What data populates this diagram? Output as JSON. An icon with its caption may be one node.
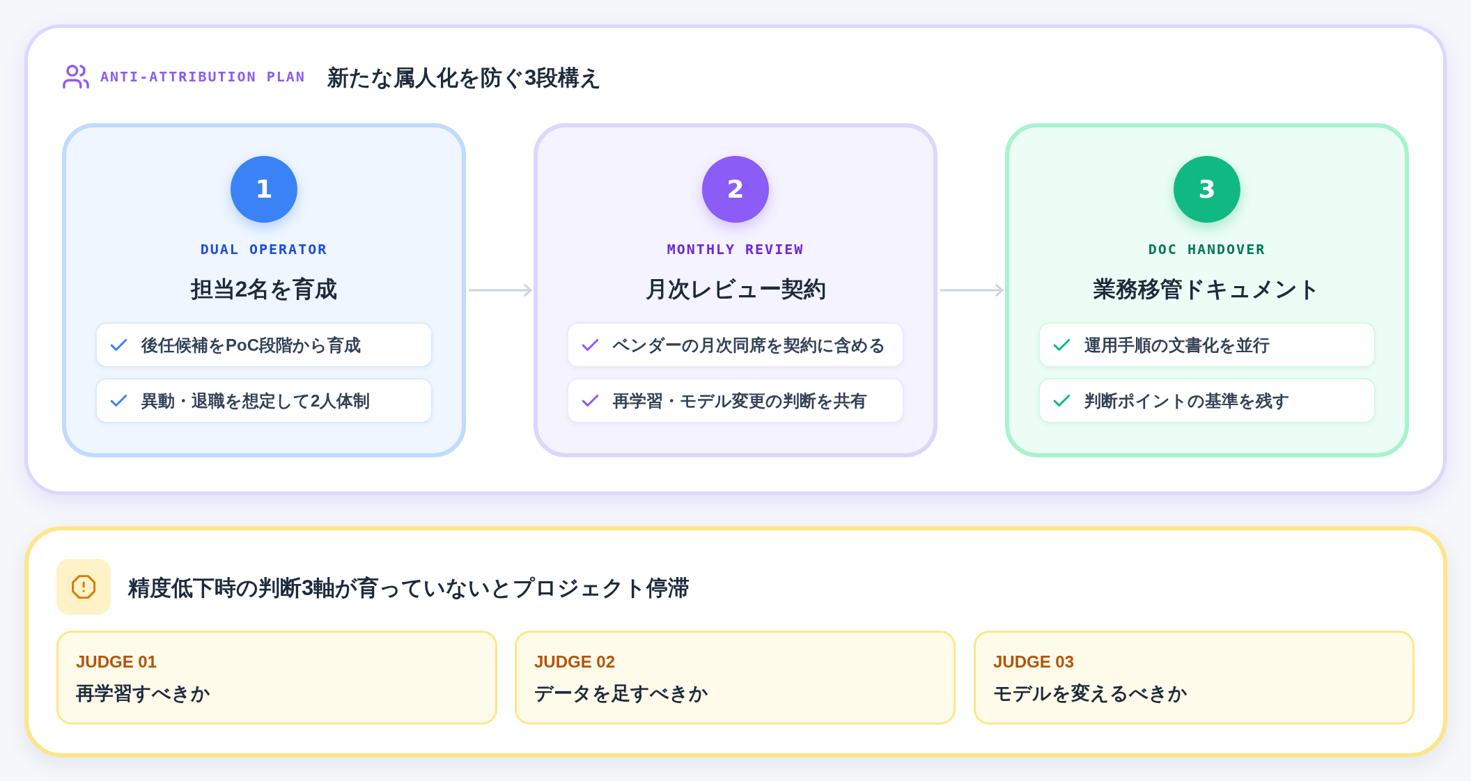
{
  "diagram": {
    "nodes": [
      {
        "text": [
          "ANTI-ATTRIBUTION PLAN",
          "新たな属人化を防ぐ3段構え"
        ]
      },
      {
        "text": [
          "DUAL OPERATOR",
          "担当2名を育成"
        ],
        "in": 0
      },
      {
        "text": [
          "1"
        ],
        "in": 1
      },
      {
        "text": [
          "後任候補をPoC段階から育成"
        ],
        "in": 1
      },
      {
        "text": [
          "異動・退職を想定して2人体制"
        ],
        "in": 1
      },
      {
        "text": [
          "MONTHLY REVIEW",
          "月次レビュー契約"
        ],
        "in": 0
      },
      {
        "text": [
          "2"
        ],
        "in": 5
      },
      {
        "text": [
          "ベンダーの月次同席を契約に含める"
        ],
        "in": 5
      },
      {
        "text": [
          "再学習・モデル変更の判断を共有"
        ],
        "in": 5
      },
      {
        "text": [
          "DOC HANDOVER",
          "業務移管ドキュメント"
        ],
        "in": 0
      },
      {
        "text": [
          "3"
        ],
        "in": 9
      },
      {
        "text": [
          "運用手順の文書化を並行"
        ],
        "in": 9
      },
      {
        "text": [
          "判断ポイントの基準を残す"
        ],
        "in": 9
      },
      {
        "text": [
          "精度低下時の判断3軸が育っていないとプロジェクト停滞"
        ]
      },
      {
        "text": [
          "JUDGE 01",
          "再学習すべきか"
        ],
        "in": 13
      },
      {
        "text": [
          "JUDGE 02",
          "データを足すべきか"
        ],
        "in": 13
      },
      {
        "text": [
          "JUDGE 03",
          "モデルを変えるべきか"
        ],
        "in": 13
      }
    ],
    "edges": [
      {
        "from": 1,
        "to": 5,
        "arrow": "to"
      },
      {
        "from": 5,
        "to": 9,
        "arrow": "to"
      }
    ]
  }
}
